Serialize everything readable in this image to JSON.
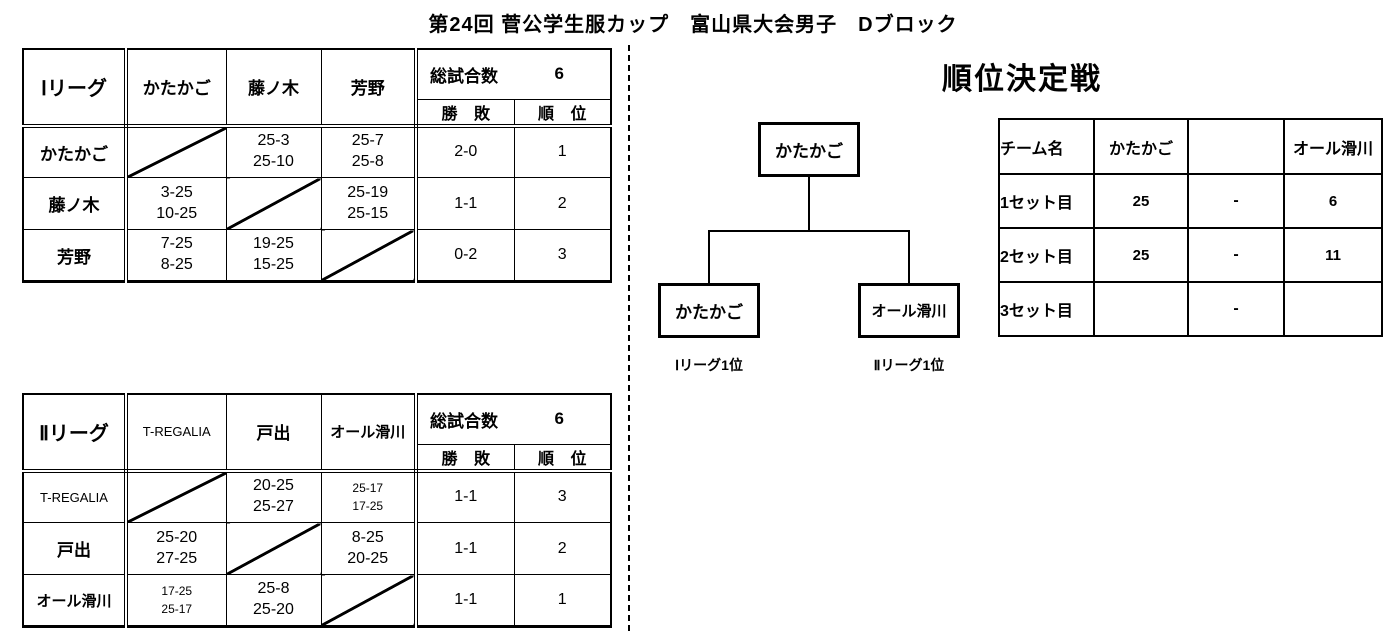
{
  "title": "第24回 菅公学生服カップ　富山県大会男子　Dブロック",
  "league1": {
    "name": "Ⅰリーグ",
    "col_teams": [
      "かたかご",
      "藤ノ木",
      "芳野"
    ],
    "total_label": "総試合数",
    "total_value": "6",
    "winloss_label": "勝 敗",
    "rank_label": "順 位",
    "rows": [
      {
        "team": "かたかご",
        "vs": [
          [
            "",
            ""
          ],
          [
            "25-3",
            "25-10"
          ],
          [
            "25-7",
            "25-8"
          ]
        ],
        "wl": "2-0",
        "rank": "1"
      },
      {
        "team": "藤ノ木",
        "vs": [
          [
            "3-25",
            "10-25"
          ],
          [
            "",
            ""
          ],
          [
            "25-19",
            "25-15"
          ]
        ],
        "wl": "1-1",
        "rank": "2"
      },
      {
        "team": "芳野",
        "vs": [
          [
            "7-25",
            "8-25"
          ],
          [
            "19-25",
            "15-25"
          ],
          [
            "",
            ""
          ]
        ],
        "wl": "0-2",
        "rank": "3"
      }
    ]
  },
  "league2": {
    "name": "Ⅱリーグ",
    "col_teams": [
      "T-REGALIA",
      "戸出",
      "オール滑川"
    ],
    "total_label": "総試合数",
    "total_value": "6",
    "winloss_label": "勝 敗",
    "rank_label": "順 位",
    "rows": [
      {
        "team": "T-REGALIA",
        "vs": [
          [
            "",
            ""
          ],
          [
            "20-25",
            "25-27"
          ],
          [
            "25-17",
            "17-25"
          ]
        ],
        "wl": "1-1",
        "rank": "3"
      },
      {
        "team": "戸出",
        "vs": [
          [
            "25-20",
            "27-25"
          ],
          [
            "",
            ""
          ],
          [
            "8-25",
            "20-25"
          ]
        ],
        "wl": "1-1",
        "rank": "2"
      },
      {
        "team": "オール滑川",
        "vs": [
          [
            "17-25",
            "25-17"
          ],
          [
            "25-8",
            "25-20"
          ],
          [
            "",
            ""
          ]
        ],
        "wl": "1-1",
        "rank": "1"
      }
    ]
  },
  "playoff": {
    "heading": "順位決定戦",
    "bracket": {
      "winner": "かたかご",
      "left_team": "かたかご",
      "left_caption": "Ⅰリーグ1位",
      "right_team": "オール滑川",
      "right_caption": "Ⅱリーグ1位"
    },
    "set_table": {
      "header": {
        "col0": "チーム名",
        "col1": "かたかご",
        "col2": "",
        "col3": "オール滑川"
      },
      "rows": [
        {
          "label": "1セット目",
          "a": "25",
          "dash": "-",
          "b": "6"
        },
        {
          "label": "2セット目",
          "a": "25",
          "dash": "-",
          "b": "11"
        },
        {
          "label": "3セット目",
          "a": "",
          "dash": "-",
          "b": ""
        }
      ]
    }
  }
}
